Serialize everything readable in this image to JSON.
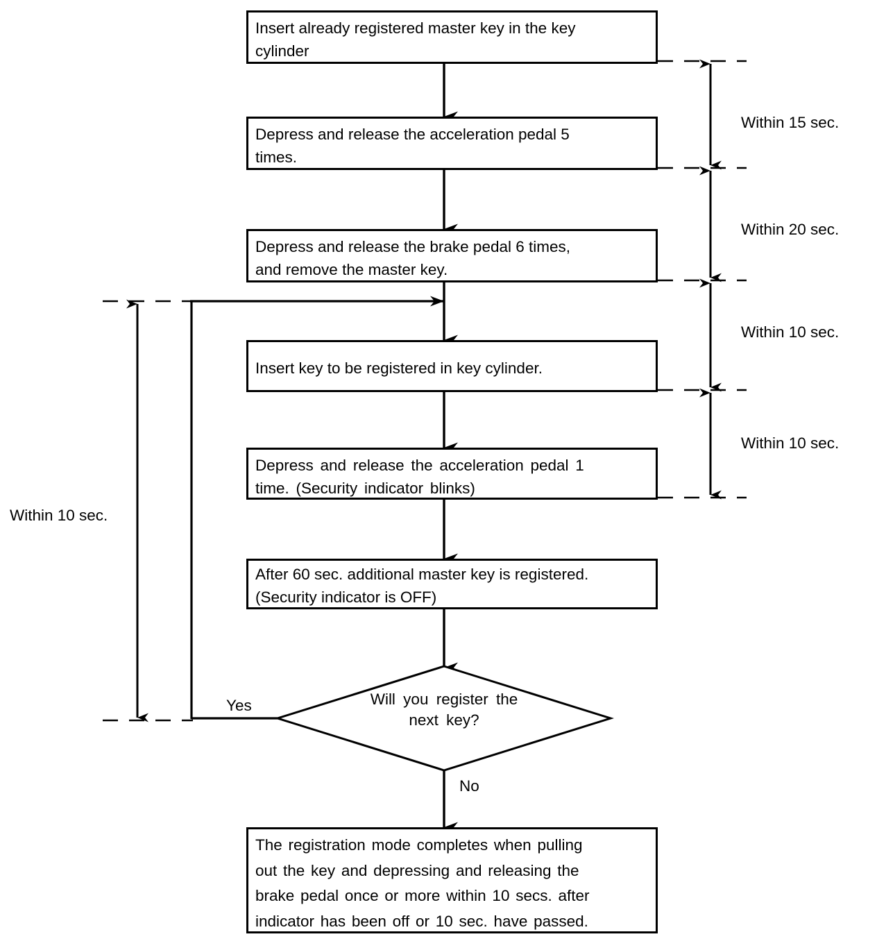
{
  "diagram": {
    "title": "Key registration procedure flowchart",
    "type": "flowchart",
    "colors": {
      "stroke": "#000000",
      "fill": "#ffffff",
      "text": "#000000"
    },
    "nodes": [
      {
        "id": "step1",
        "shape": "process",
        "lines": [
          "Insert already registered master key in the key",
          "cylinder"
        ],
        "text": "Insert already registered master key in the key cylinder"
      },
      {
        "id": "step2",
        "shape": "process",
        "lines": [
          "Depress and release the acceleration pedal 5",
          "times."
        ],
        "text": "Depress and release the acceleration pedal 5 times."
      },
      {
        "id": "step3",
        "shape": "process",
        "lines": [
          "Depress and release the brake pedal 6 times,",
          "and remove the master key."
        ],
        "text": "Depress and release the brake pedal 6 times, and remove the master key."
      },
      {
        "id": "step4",
        "shape": "process",
        "lines": [
          "Insert key to be registered in key cylinder."
        ],
        "text": "Insert key to be registered in key cylinder."
      },
      {
        "id": "step5",
        "shape": "process",
        "lines": [
          "Depress and release the acceleration pedal 1",
          "time. (Security indicator blinks)"
        ],
        "text": "Depress and release the acceleration pedal 1 time. (Security indicator blinks)"
      },
      {
        "id": "step6",
        "shape": "process",
        "lines": [
          "After 60 sec. additional master key is registered.",
          "(Security indicator is OFF)"
        ],
        "text": "After 60 sec. additional master key is registered. (Security indicator is OFF)"
      },
      {
        "id": "decision1",
        "shape": "decision",
        "lines": [
          "Will you register the",
          "next key?"
        ],
        "text": "Will you register the next key?"
      },
      {
        "id": "step7",
        "shape": "process",
        "lines": [
          "The registration mode completes when pulling",
          "out the key and depressing and releasing the",
          "brake pedal once or more within 10 secs. after",
          "indicator has been off or 10 sec. have passed."
        ],
        "text": "The registration mode completes when pulling out the key and depressing and releasing the brake pedal once or more within 10 secs. after indicator has been off or 10 sec. have passed."
      }
    ],
    "edge_labels": {
      "yes": "Yes",
      "no": "No"
    },
    "timing_notes_right": [
      {
        "id": "t1",
        "label": "Within 15 sec.",
        "spans": "step1-bottom to step2-bottom"
      },
      {
        "id": "t2",
        "label": "Within 20 sec.",
        "spans": "step2-bottom to step3-bottom"
      },
      {
        "id": "t3",
        "label": "Within 10 sec.",
        "spans": "step3-bottom to step4-bottom"
      },
      {
        "id": "t4",
        "label": "Within 10 sec.",
        "spans": "step4-bottom to step5-bottom"
      }
    ],
    "timing_note_left": {
      "id": "t5",
      "label": "Within 10 sec.",
      "spans": "loop-entry to decision-yes"
    }
  }
}
